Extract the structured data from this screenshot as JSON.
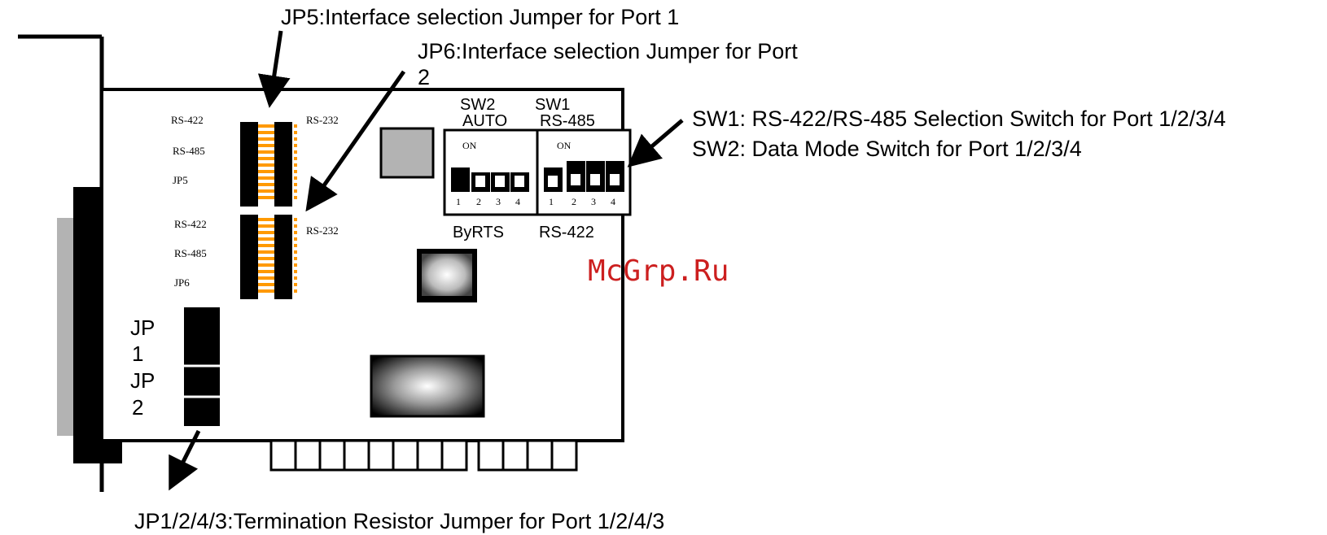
{
  "callouts": {
    "jp5": "JP5:Interface selection Jumper for Port 1",
    "jp6": "JP6:Interface selection Jumper for Port",
    "jp6_wrap": "2",
    "sw1": "SW1: RS-422/RS-485 Selection Switch for Port 1/2/3/4",
    "sw2": "SW2:  Data Mode Switch for Port 1/2/3/4",
    "jp_term": "JP1/2/4/3:Termination Resistor Jumper for Port 1/2/4/3"
  },
  "board": {
    "jp5_block": {
      "rs422": "RS-422",
      "rs485": "RS-485",
      "name": "JP5",
      "rs232": "RS-232"
    },
    "jp6_block": {
      "rs422": "RS-422",
      "rs485": "RS-485",
      "name": "JP6",
      "rs232": "RS-232"
    },
    "sw2_title": "SW2",
    "sw2_mode": "AUTO",
    "sw2_bottom": "ByRTS",
    "sw1_title": "SW1",
    "sw1_mode": "RS-485",
    "sw1_bottom": "RS-422",
    "dip_on": "ON",
    "dip_numbers": [
      "1",
      "2",
      "3",
      "4"
    ],
    "jp_left": [
      "JP",
      "1",
      "JP",
      "2"
    ]
  },
  "watermark": "McGrp.Ru",
  "colors": {
    "jumper_pin": "#ff9900",
    "watermark": "#cc1f1f",
    "connector": "#b3b3b3"
  }
}
